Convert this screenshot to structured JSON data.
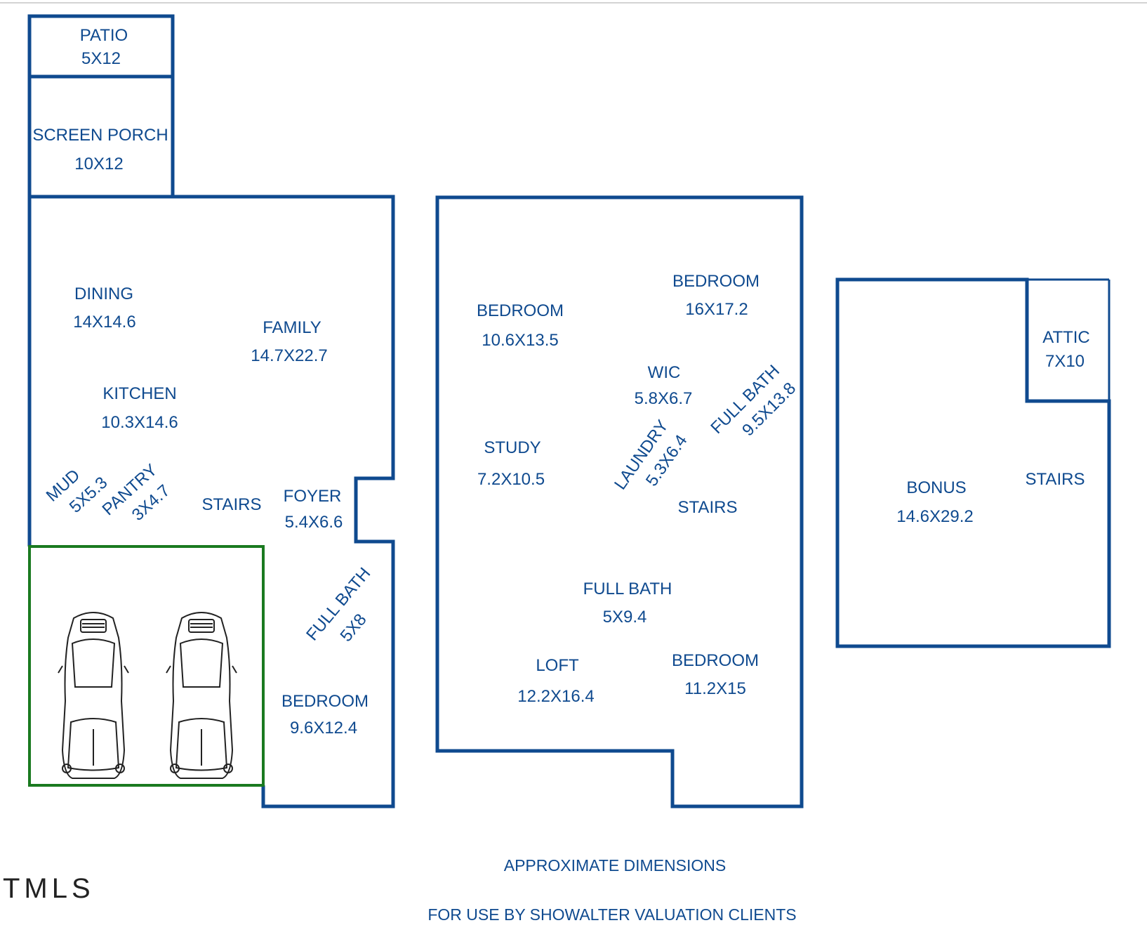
{
  "colors": {
    "wall": "#0f4a8f",
    "garage": "#1a7a20",
    "text": "#0f4a8f",
    "topline": "#d3d3d3",
    "mls": "#222222"
  },
  "rooms": {
    "patio": {
      "name": "PATIO",
      "dim": "5X12"
    },
    "screen_porch": {
      "name": "SCREEN PORCH",
      "dim": "10X12"
    },
    "dining": {
      "name": "DINING",
      "dim": "14X14.6"
    },
    "family": {
      "name": "FAMILY",
      "dim": "14.7X22.7"
    },
    "kitchen": {
      "name": "KITCHEN",
      "dim": "10.3X14.6"
    },
    "mud": {
      "name": "MUD",
      "dim": "5X5.3"
    },
    "pantry": {
      "name": "PANTRY",
      "dim": "3X4.7"
    },
    "stairs_main": {
      "name": "STAIRS"
    },
    "foyer": {
      "name": "FOYER",
      "dim": "5.4X6.6"
    },
    "full_bath_main": {
      "name": "FULL BATH",
      "dim": "5X8"
    },
    "bedroom_main": {
      "name": "BEDROOM",
      "dim": "9.6X12.4"
    },
    "bedroom_2a": {
      "name": "BEDROOM",
      "dim": "10.6X13.5"
    },
    "bedroom_2b": {
      "name": "BEDROOM",
      "dim": "16X17.2"
    },
    "wic": {
      "name": "WIC",
      "dim": "5.8X6.7"
    },
    "full_bath_2a": {
      "name": "FULL BATH",
      "dim": "9.5X13.8"
    },
    "study": {
      "name": "STUDY",
      "dim": "7.2X10.5"
    },
    "laundry": {
      "name": "LAUNDRY",
      "dim": "5.3X6.4"
    },
    "stairs_2": {
      "name": "STAIRS"
    },
    "full_bath_2b": {
      "name": "FULL BATH",
      "dim": "5X9.4"
    },
    "loft": {
      "name": "LOFT",
      "dim": "12.2X16.4"
    },
    "bedroom_2c": {
      "name": "BEDROOM",
      "dim": "11.2X15"
    },
    "attic": {
      "name": "ATTIC",
      "dim": "7X10"
    },
    "bonus": {
      "name": "BONUS",
      "dim": "14.6X29.2"
    },
    "stairs_3": {
      "name": "STAIRS"
    }
  },
  "footer": {
    "line1": "APPROXIMATE DIMENSIONS",
    "line2": "FOR USE BY SHOWALTER VALUATION CLIENTS"
  },
  "watermark": "TMLS"
}
